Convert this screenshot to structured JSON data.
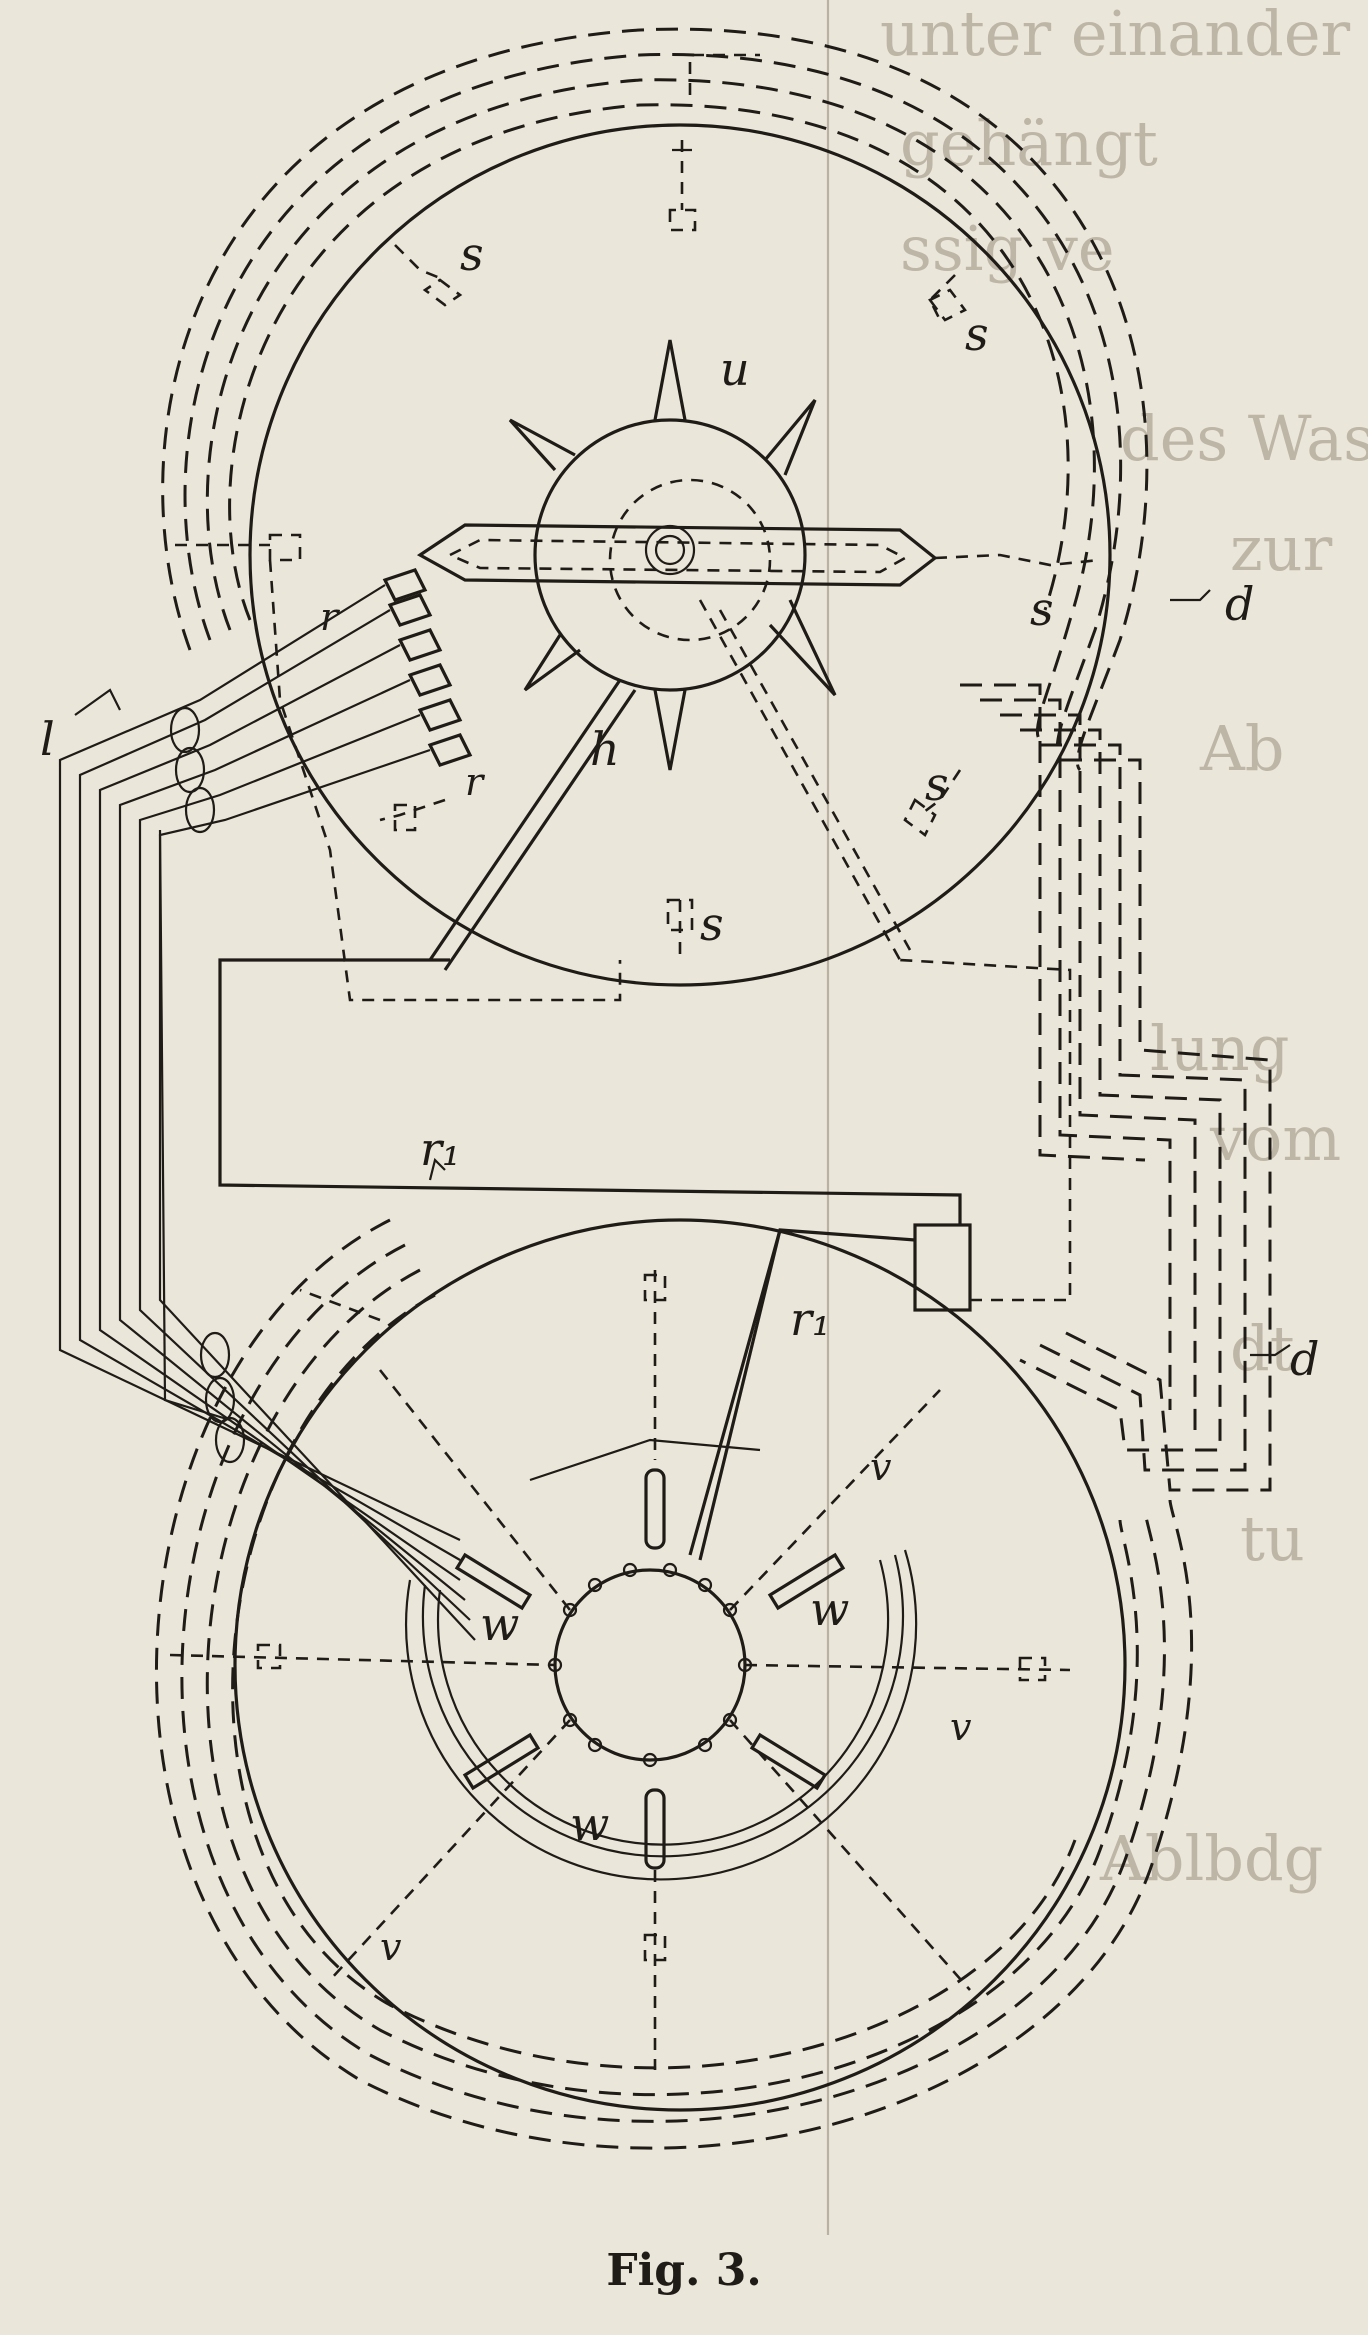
{
  "caption": "Fig. 3.",
  "labels": {
    "s": "s",
    "u": "u",
    "d": "d",
    "h": "h",
    "l": "l",
    "r": "r",
    "r1": "r₁",
    "v": "v",
    "w": "w"
  },
  "bleed_through_text": [
    "unter einander",
    "gehängt",
    "ssig ve",
    "des Wasser",
    "zur",
    "Ab",
    "lung",
    "vom",
    "dt",
    "tu",
    "Ablbdg"
  ]
}
